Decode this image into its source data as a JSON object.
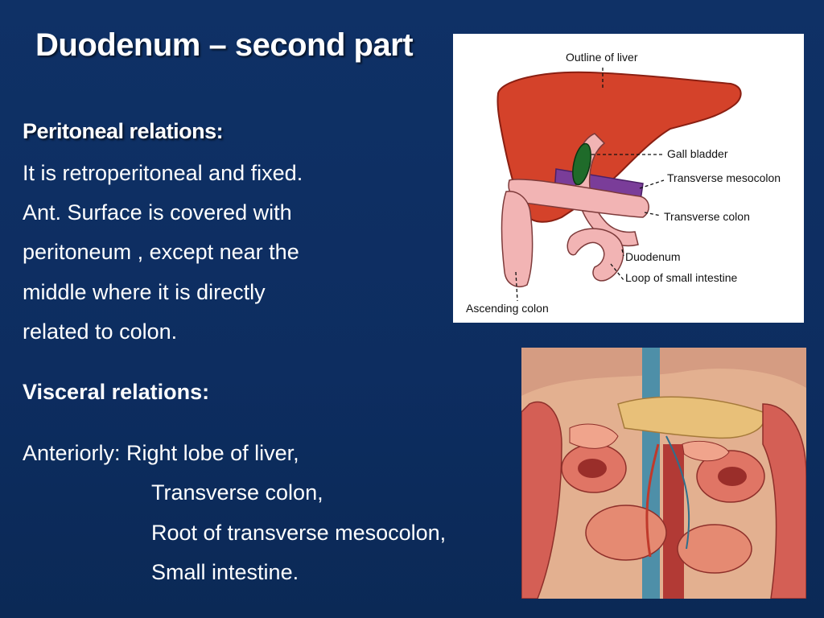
{
  "slide": {
    "title": "Duodenum – second part",
    "peritoneal": {
      "heading": "Peritoneal relations:",
      "lines": [
        "It is retroperitoneal and fixed.",
        "Ant. Surface is covered with",
        "peritoneum , except  near the",
        "middle where it is directly",
        "related to  colon."
      ]
    },
    "visceral": {
      "heading": "Visceral relations:",
      "anterior_lines": [
        "Anteriorly: Right lobe of liver,",
        "Transverse colon,",
        "Root of transverse mesocolon,",
        "Small intestine."
      ]
    }
  },
  "diagram": {
    "labels": {
      "outline_of_liver": "Outline of liver",
      "gall_bladder": "Gall bladder",
      "transverse_mesocolon": "Transverse mesocolon",
      "transverse_colon": "Transverse colon",
      "duodenum": "Duodenum",
      "loop_of_small_intestine": "Loop of small intestine",
      "ascending_colon": "Ascending colon"
    },
    "colors": {
      "liver": "#d4422a",
      "gall_bladder": "#1f6b2a",
      "mesocolon": "#7a3d99",
      "intestine": "#f2b4b4"
    }
  },
  "colors": {
    "background": "#0d2d60",
    "text": "#ffffff"
  }
}
